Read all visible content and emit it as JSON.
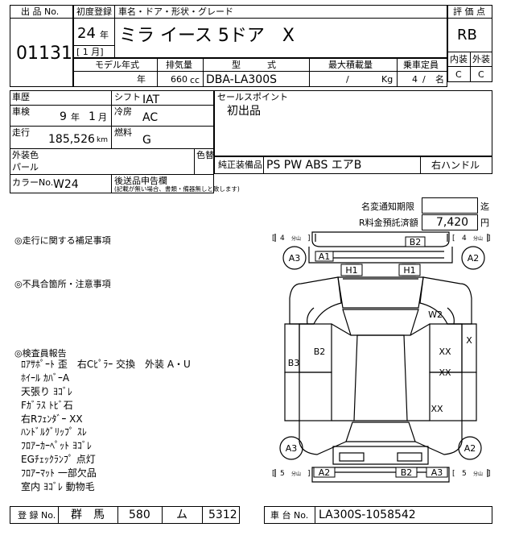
{
  "header": {
    "lot_label": "出 品 No.",
    "lot_no": "01131",
    "first_reg_label": "初度登録",
    "first_reg_year": "24",
    "year_unit": "年",
    "first_reg_month": "[ 1 月]",
    "name_label": "車名・ドア・形状・グレード",
    "car_name": "ミラ イース 5ドア　X",
    "score_label": "評 価 点",
    "score": "RB",
    "interior_label": "内装",
    "exterior_label": "外装",
    "interior": "C",
    "exterior": "C"
  },
  "spec": {
    "model_year_label": "モデル年式",
    "model_year_unit": "年",
    "displacement_label": "排気量",
    "displacement": "660",
    "displacement_unit": "cc",
    "type_label": "型　　　式",
    "type": "DBA-LA300S",
    "load_label": "最大積載量",
    "load_value": "/",
    "load_unit": "Kg",
    "capacity_label": "乗車定員",
    "capacity": "4",
    "capacity_sep": "/",
    "capacity_unit": "名"
  },
  "info": {
    "history_label": "車歴",
    "shift_label": "シフト",
    "shift": "IAT",
    "inspection_label": "車検",
    "inspection_year": "9",
    "inspection_month": "1",
    "year_unit": "年",
    "month_unit": "月",
    "aircon_label": "冷房",
    "aircon": "AC",
    "mileage_label": "走行",
    "mileage": "185,526",
    "mileage_unit": "km",
    "fuel_label": "燃料",
    "fuel": "G",
    "ext_color_label": "外装色",
    "ext_color": "パール",
    "repaint_label": "色替",
    "color_no_label": "カラーNo.",
    "color_no": "W24",
    "later_label": "後送品申告欄",
    "later_note": "(記載が無い場合、書類・備器無しと致します)",
    "sales_point_label": "セールスポイント",
    "sales_point": "初出品",
    "equipment_label": "純正装備品",
    "equipment": "PS PW ABS エアB",
    "steering": "右ハンドル"
  },
  "fees": {
    "transfer_label": "名変通知期限",
    "transfer_unit": "迄",
    "recycle_label": "R料金預託済額",
    "recycle_value": "7,420",
    "recycle_unit": "円"
  },
  "remarks": {
    "driving_label": "◎走行に関する補足事項",
    "defects_label": "◎不具合箇所・注意事項",
    "inspector_label": "◎検査員報告",
    "lines": [
      "ﾛｱｻﾎﾟｰﾄ 歪　右Cﾋﾟﾗｰ 交換　外装 A・U",
      "ﾎｲｰﾙ ｶﾊﾞｰA",
      "天張り ﾖｺﾞﾚ",
      "Fｶﾞﾗｽ ﾄﾋﾞ石",
      "右Rﾌｪﾝﾀﾞｰ XX",
      "ﾊﾝﾄﾞﾙｸﾞﾘｯﾌﾟ ｽﾚ",
      "ﾌﾛｱｰｶｰﾍﾟｯﾄ ﾖｺﾞﾚ",
      "EGﾁｪｯｸﾗﾝﾌﾟ 点灯",
      "ﾌﾛｱｰﾏｯﾄ 一部欠品",
      "室内 ﾖｺﾞﾚ 動物毛"
    ]
  },
  "diagram": {
    "tire_fl": "4",
    "tire_fr": "4",
    "tire_rl": "5",
    "tire_rr": "5",
    "tire_unit": "分山",
    "marks": {
      "b2_front": "B2",
      "a1": "A1",
      "h1_left": "H1",
      "h1_right": "H1",
      "a3_front": "A3",
      "a2_front": "A2",
      "w2": "W2",
      "x_right": "X",
      "b3": "B3",
      "b2_left": "B2",
      "xx1": "XX",
      "xx2": "XX",
      "xx3": "XX",
      "a2_rear": "A2",
      "b2_rear": "B2",
      "a3_rear": "A3"
    }
  },
  "footer": {
    "reg_label": "登 録 No.",
    "reg_region": "群　馬",
    "reg_class": "580",
    "reg_kana": "ム",
    "reg_number": "5312",
    "chassis_label": "車 台 No.",
    "chassis_no": "LA300S-1058542"
  }
}
